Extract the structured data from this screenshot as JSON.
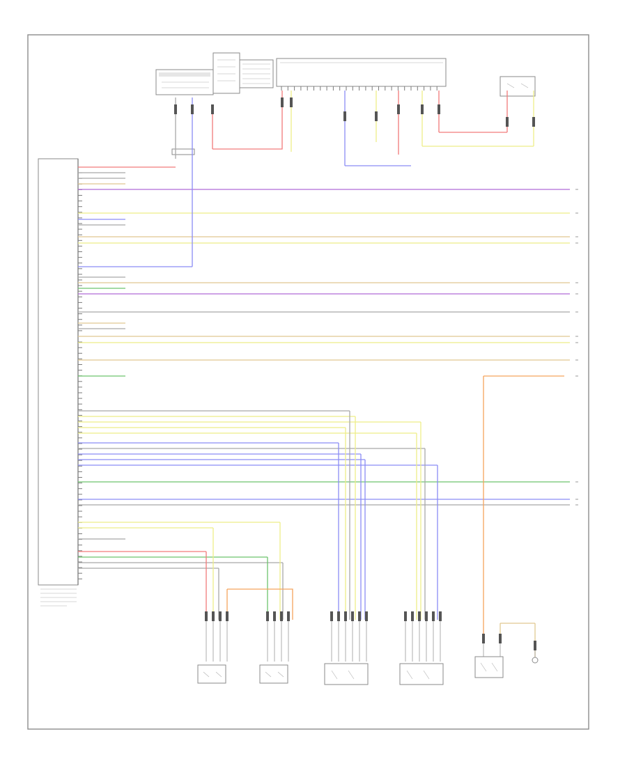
{
  "diagram": {
    "footer_label": "",
    "module_label": "",
    "colors": {
      "red": "#f27a7a",
      "blue": "#8a8cf5",
      "purple": "#b16bd6",
      "yellow": "#eeee88",
      "orange": "#f5a35c",
      "green": "#6cc46c",
      "gray": "#a8a8a8",
      "tan": "#e0c890",
      "lightblue": "#8fc4f0"
    },
    "sensors": [
      {
        "id": "s1",
        "label": ""
      },
      {
        "id": "s2",
        "label": ""
      },
      {
        "id": "s3",
        "label": ""
      },
      {
        "id": "s4",
        "label": ""
      },
      {
        "id": "s5",
        "label": ""
      },
      {
        "id": "s6",
        "label": ""
      }
    ]
  }
}
